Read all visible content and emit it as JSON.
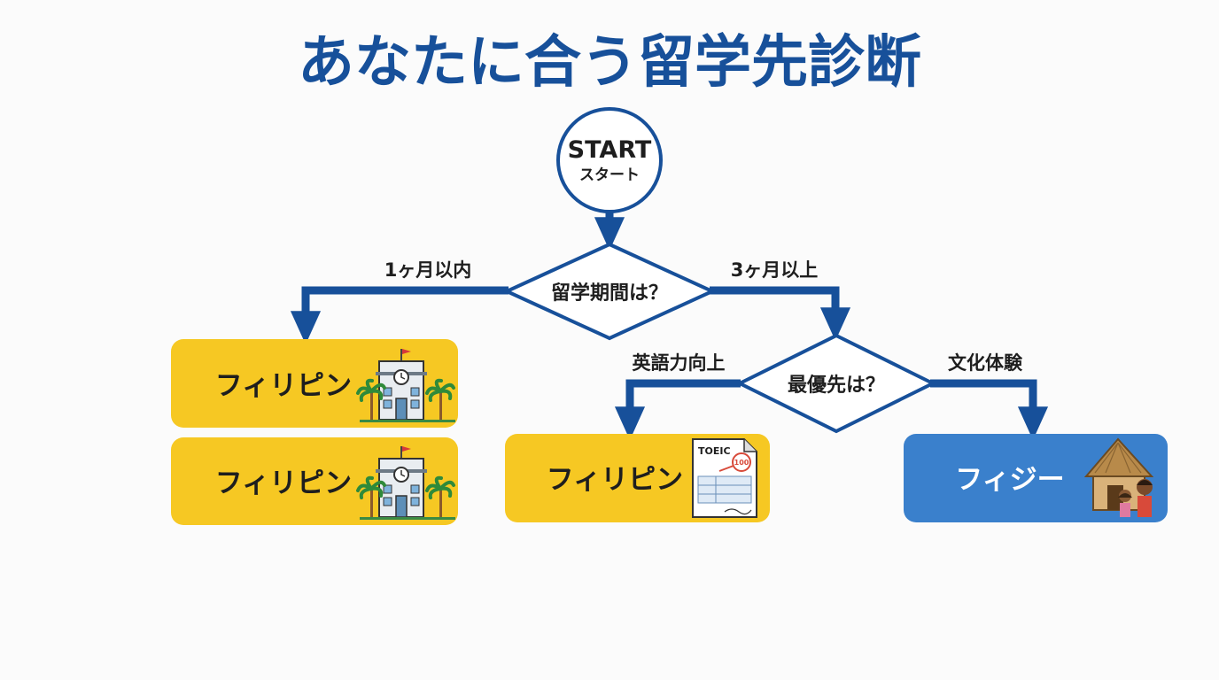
{
  "title": "あなたに合う留学先診断",
  "start": {
    "en": "START",
    "ja": "スタート"
  },
  "decisions": {
    "period": "留学期間は？",
    "priority": "最優先は？"
  },
  "branches": {
    "short": "1ヶ月以内",
    "long": "3ヶ月以上",
    "english": "英語力向上",
    "culture": "文化体験"
  },
  "results": [
    {
      "label": "フィリピン",
      "icon": "school-palm-icon"
    },
    {
      "label": "フィリピン",
      "icon": "school-palm-icon"
    },
    {
      "label": "フィリピン",
      "icon": "toeic-score-sheet-icon"
    },
    {
      "label": "フィジー",
      "icon": "hut-people-icon"
    }
  ],
  "toeic_icon": {
    "heading": "TOEIC",
    "score": "100"
  },
  "colors": {
    "title": "#17509a",
    "arrow": "#17509a",
    "outline": "#17509a",
    "result_yellow": "#f6c823",
    "result_blue": "#3a80cc",
    "text": "#1e1e1e",
    "background": "#fbfbfb"
  }
}
